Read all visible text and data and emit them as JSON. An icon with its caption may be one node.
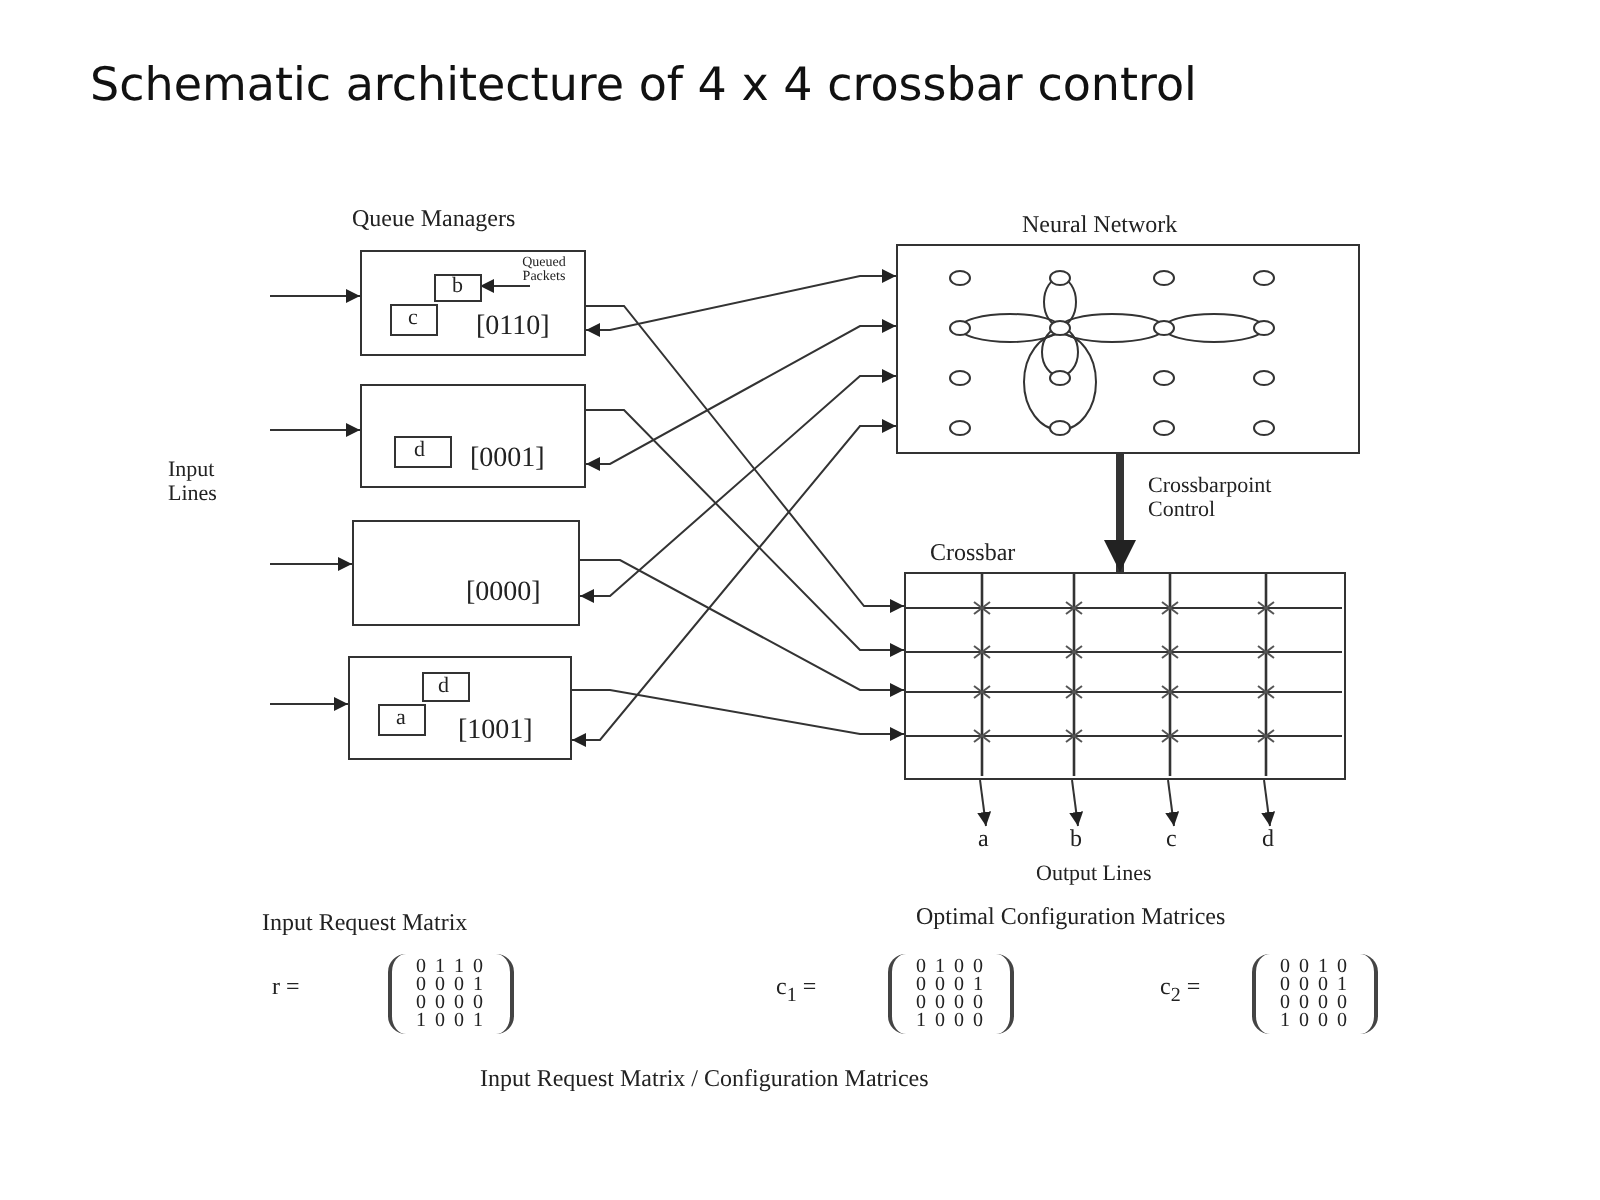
{
  "diagram": {
    "title": "Schematic architecture of 4 x 4 crossbar control",
    "nodes": [
      {
        "text": [
          "[0110]"
        ]
      },
      {
        "text": [
          "b"
        ],
        "in": 0
      },
      {
        "text": [
          "c"
        ],
        "in": 0
      },
      {
        "text": [
          "Queued Packets"
        ],
        "in": 0
      },
      {
        "text": [
          "[0001]"
        ]
      },
      {
        "text": [
          "d"
        ],
        "in": 4
      },
      {
        "text": [
          "[0000]"
        ]
      },
      {
        "text": [
          "[1001]"
        ]
      },
      {
        "text": [
          "d"
        ],
        "in": 7
      },
      {
        "text": [
          "a"
        ],
        "in": 7
      },
      {
        "text": [
          "Neural Network"
        ]
      },
      {
        "text": [
          "Crossbar"
        ]
      },
      {
        "text": [
          "a"
        ]
      },
      {
        "text": [
          "b"
        ]
      },
      {
        "text": [
          "c"
        ]
      },
      {
        "text": [
          "d"
        ]
      }
    ],
    "edges": [
      {
        "from": 3,
        "to": 1,
        "arrow": "to"
      },
      {
        "from": null,
        "to": 0,
        "arrow": "to"
      },
      {
        "from": null,
        "to": 4,
        "arrow": "to"
      },
      {
        "from": null,
        "to": 6,
        "arrow": "to"
      },
      {
        "from": null,
        "to": 7,
        "arrow": "to"
      },
      {
        "from": 0,
        "to": 10,
        "arrow": "both"
      },
      {
        "from": 4,
        "to": 10,
        "arrow": "both"
      },
      {
        "from": 6,
        "to": 10,
        "arrow": "both"
      },
      {
        "from": 7,
        "to": 10,
        "arrow": "both"
      },
      {
        "from": 0,
        "to": 11,
        "arrow": "to"
      },
      {
        "from": 4,
        "to": 11,
        "arrow": "to"
      },
      {
        "from": 6,
        "to": 11,
        "arrow": "to"
      },
      {
        "from": 7,
        "to": 11,
        "arrow": "to"
      },
      {
        "from": 10,
        "to": 11,
        "arrow": "to",
        "style": "thick",
        "label": "Crossbarpoint Control"
      },
      {
        "from": 11,
        "to": 12,
        "arrow": "to"
      },
      {
        "from": 11,
        "to": 13,
        "arrow": "to"
      },
      {
        "from": 11,
        "to": 14,
        "arrow": "to"
      },
      {
        "from": 11,
        "to": 15,
        "arrow": "to"
      }
    ],
    "labels": [
      "Queue Managers",
      "Input Lines",
      "Output Lines",
      "Input Request Matrix",
      "Optimal Configuration Matrices",
      "r =",
      "0 1 1 0",
      "0 0 0 1",
      "0 0 0 0",
      "1 0 0 1",
      "c$_{1}$ =",
      "0 1 0 0",
      "0 0 0 1",
      "0 0 0 0",
      "1 0 0 0",
      "c$_{2}$ =",
      "0 0 1 0",
      "0 0 0 1",
      "0 0 0 0",
      "1 0 0 0",
      "Input Request Matrix / Configuration Matrices"
    ]
  }
}
